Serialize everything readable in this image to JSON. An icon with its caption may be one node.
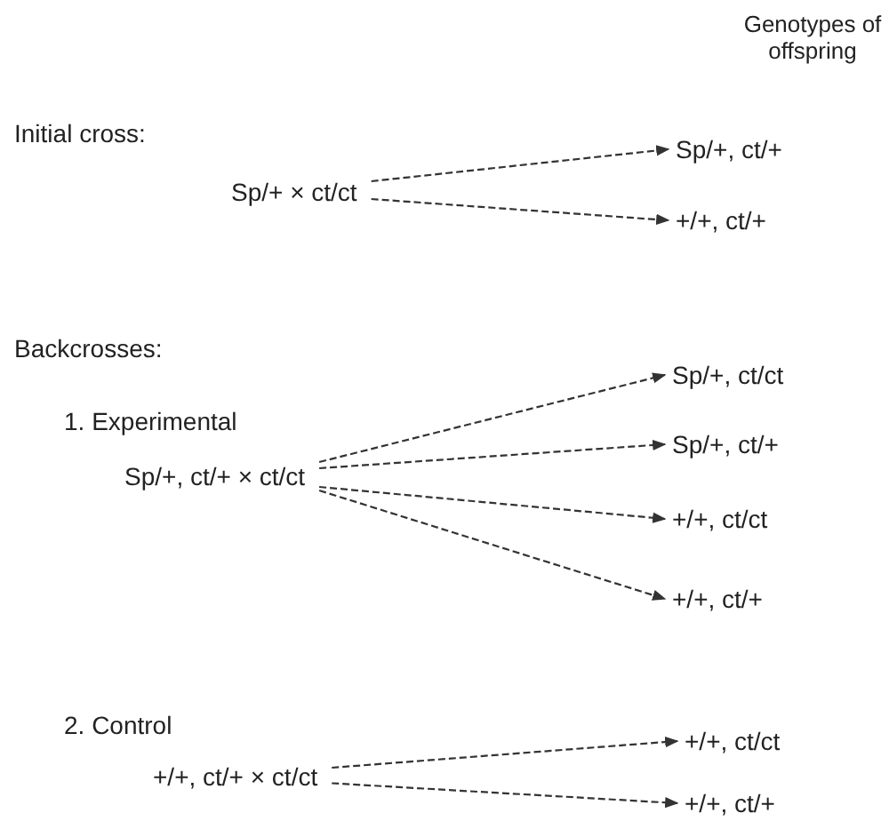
{
  "diagram": {
    "nodes": [
      {
        "text": [
          "Sp/+ × ct/ct"
        ]
      },
      {
        "text": [
          "Sp/+, ct/+"
        ]
      },
      {
        "text": [
          "+/+, ct/+"
        ]
      },
      {
        "text": [
          "Sp/+, ct/+ × ct/ct"
        ]
      },
      {
        "text": [
          "Sp/+, ct/ct"
        ]
      },
      {
        "text": [
          "Sp/+, ct/+"
        ]
      },
      {
        "text": [
          "+/+, ct/ct"
        ]
      },
      {
        "text": [
          "+/+, ct/+"
        ]
      },
      {
        "text": [
          "+/+, ct/+ × ct/ct"
        ]
      },
      {
        "text": [
          "+/+, ct/ct"
        ]
      },
      {
        "text": [
          "+/+, ct/+"
        ]
      }
    ],
    "edges": [
      {
        "from": 0,
        "to": 1,
        "arrow": "to",
        "style": "dashed"
      },
      {
        "from": 0,
        "to": 2,
        "arrow": "to",
        "style": "dashed"
      },
      {
        "from": 3,
        "to": 4,
        "arrow": "to",
        "style": "dashed"
      },
      {
        "from": 3,
        "to": 5,
        "arrow": "to",
        "style": "dashed"
      },
      {
        "from": 3,
        "to": 6,
        "arrow": "to",
        "style": "dashed"
      },
      {
        "from": 3,
        "to": 7,
        "arrow": "to",
        "style": "dashed"
      },
      {
        "from": 8,
        "to": 9,
        "arrow": "to",
        "style": "dashed"
      },
      {
        "from": 8,
        "to": 10,
        "arrow": "to",
        "style": "dashed"
      }
    ],
    "labels": [
      "Genotypes of offspring",
      "Initial cross:",
      "Backcrosses:",
      "1. Experimental",
      "2. Control"
    ]
  }
}
